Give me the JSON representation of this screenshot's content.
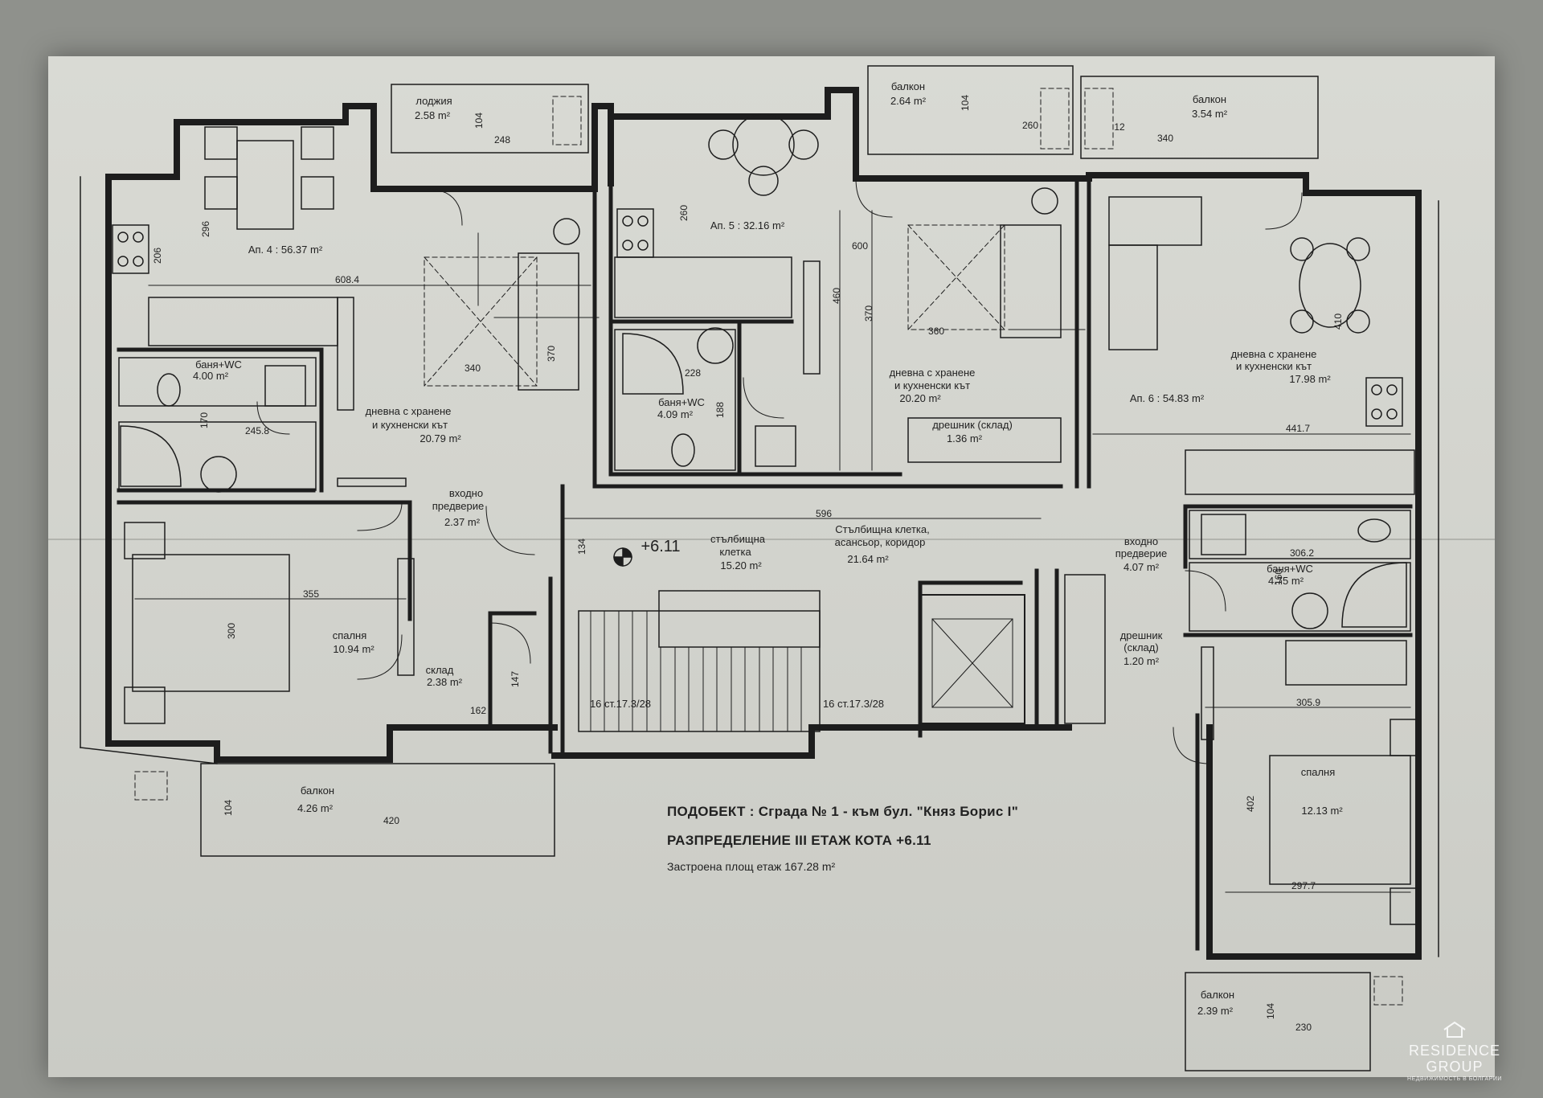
{
  "plan": {
    "labels": [
      {
        "key": "loggia",
        "text": "лоджия"
      },
      {
        "key": "loggia_area",
        "text": "2.58 m²"
      },
      {
        "key": "balcony_top_mid",
        "text": "балкон"
      },
      {
        "key": "balcony_top_mid_area",
        "text": "2.64 m²"
      },
      {
        "key": "balcony_top_right",
        "text": "балкон"
      },
      {
        "key": "balcony_top_right_area",
        "text": "3.54 m²"
      },
      {
        "key": "apt4",
        "text": "Ап. 4 : 56.37 m²"
      },
      {
        "key": "apt5",
        "text": "Ап. 5 : 32.16 m²"
      },
      {
        "key": "apt6",
        "text": "Ап. 6 : 54.83 m²"
      },
      {
        "key": "bath4",
        "text": "баня+WC"
      },
      {
        "key": "bath4_area",
        "text": "4.00 m²"
      },
      {
        "key": "living4",
        "text": "дневна с хранене"
      },
      {
        "key": "living4b",
        "text": "и кухненски кът"
      },
      {
        "key": "living4_area",
        "text": "20.79 m²"
      },
      {
        "key": "bath5",
        "text": "баня+WC"
      },
      {
        "key": "bath5_area",
        "text": "4.09 m²"
      },
      {
        "key": "living5",
        "text": "дневна с хранене"
      },
      {
        "key": "living5b",
        "text": "и кухненски кът"
      },
      {
        "key": "living5_area",
        "text": "20.20 m²"
      },
      {
        "key": "storage5",
        "text": "дрешник (склад)"
      },
      {
        "key": "storage5_area",
        "text": "1.36 m²"
      },
      {
        "key": "living6",
        "text": "дневна с хранене"
      },
      {
        "key": "living6b",
        "text": "и кухненски кът"
      },
      {
        "key": "living6_area",
        "text": "17.98 m²"
      },
      {
        "key": "entry4",
        "text": "входно"
      },
      {
        "key": "entry4b",
        "text": "предверие"
      },
      {
        "key": "entry4_area",
        "text": "2.37 m²"
      },
      {
        "key": "stairs",
        "text": "стълбищна"
      },
      {
        "key": "stairsb",
        "text": "клетка"
      },
      {
        "key": "stairs_area",
        "text": "15.20 m²"
      },
      {
        "key": "corridor",
        "text": "Стълбищна клетка,"
      },
      {
        "key": "corridorb",
        "text": "асансьор, коридор"
      },
      {
        "key": "corridor_area",
        "text": "21.64 m²"
      },
      {
        "key": "level_mark",
        "text": "+6.11"
      },
      {
        "key": "entry6",
        "text": "входно"
      },
      {
        "key": "entry6b",
        "text": "предверие"
      },
      {
        "key": "entry6_area",
        "text": "4.07 m²"
      },
      {
        "key": "bath6",
        "text": "баня+WC"
      },
      {
        "key": "bath6_area",
        "text": "4.75 m²"
      },
      {
        "key": "storage6",
        "text": "дрешник"
      },
      {
        "key": "storage6b",
        "text": "(склад)"
      },
      {
        "key": "storage6_area",
        "text": "1.20 m²"
      },
      {
        "key": "bed4",
        "text": "спалня"
      },
      {
        "key": "bed4_area",
        "text": "10.94 m²"
      },
      {
        "key": "store4",
        "text": "склад"
      },
      {
        "key": "store4_area",
        "text": "2.38 m²"
      },
      {
        "key": "steps1",
        "text": "16 ст.17.3/28"
      },
      {
        "key": "steps2",
        "text": "16 ст.17.3/28"
      },
      {
        "key": "bed6",
        "text": "спалня"
      },
      {
        "key": "bed6_area",
        "text": "12.13 m²"
      },
      {
        "key": "balcony_bottom_left",
        "text": "балкон"
      },
      {
        "key": "balcony_bottom_left_area",
        "text": "4.26 m²"
      },
      {
        "key": "balcony_bottom_right",
        "text": "балкон"
      },
      {
        "key": "balcony_bottom_right_area",
        "text": "2.39 m²"
      }
    ],
    "dimensions": [
      "104",
      "248",
      "104",
      "260",
      "12",
      "340",
      "296",
      "206",
      "260",
      "600",
      "608.4",
      "340",
      "370",
      "228",
      "460",
      "370",
      "360",
      "410",
      "170",
      "245.8",
      "188",
      "441.7",
      "596",
      "134",
      "306.2",
      "160",
      "355",
      "300",
      "147",
      "162",
      "305.9",
      "402",
      "297.7",
      "104",
      "420",
      "104",
      "230"
    ]
  },
  "title": {
    "line1": "ПОДОБЕКТ : Сграда № 1 - към бул. \"Княз Борис I\"",
    "line2": "РАЗПРЕДЕЛЕНИЕ III ЕТАЖ КОТА +6.11",
    "line3": "Застроена площ етаж   167.28 m²"
  },
  "logo": {
    "name_line1": "RESIDENCE",
    "name_line2": "GROUP",
    "tagline": "НЕДВИЖИМОСТЬ В БОЛГАРИИ",
    "icon": "house-icon"
  }
}
